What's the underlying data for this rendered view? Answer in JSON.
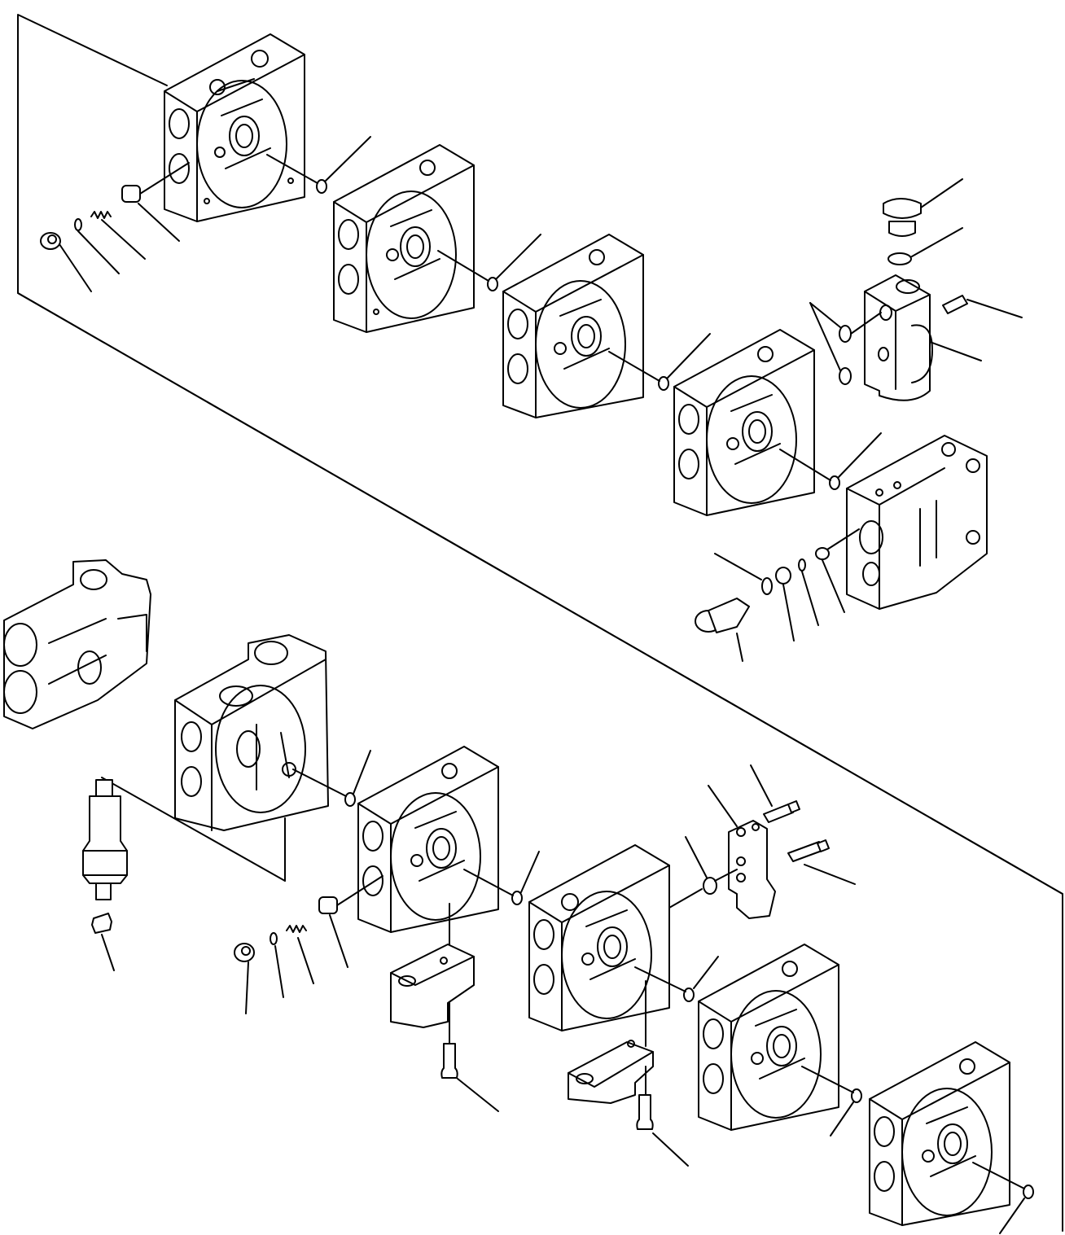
{
  "diagram": {
    "style": "line-art exploded view",
    "stroke_color": "#000000",
    "background_color": "#ffffff",
    "groups": [
      {
        "name": "upper-valve-assembly",
        "sections": 4,
        "label_text": []
      },
      {
        "name": "lower-valve-assembly",
        "sections": 5,
        "label_text": []
      }
    ]
  }
}
